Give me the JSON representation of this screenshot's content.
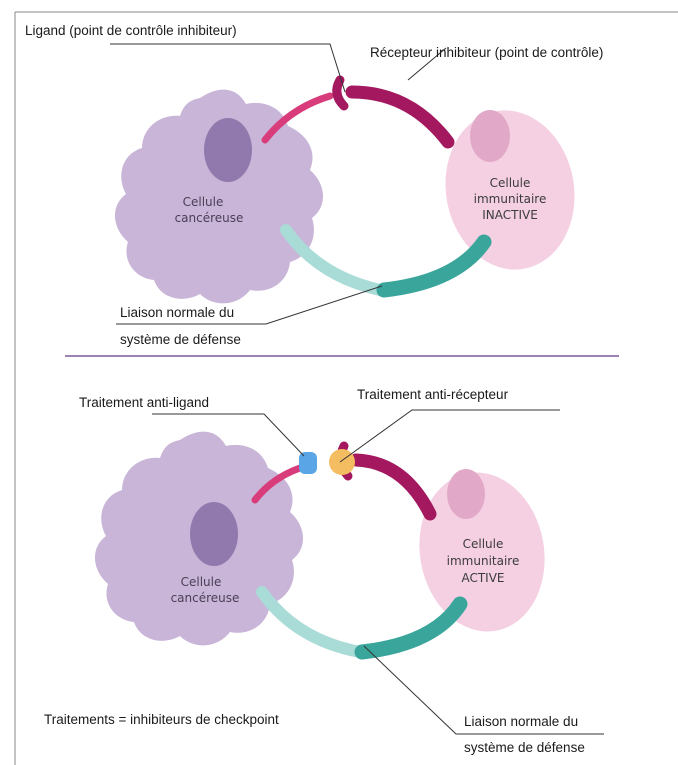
{
  "colors": {
    "cancer_cell": "#c7b4d6",
    "cancer_nucleus": "#9179ad",
    "immune_cell": "#f4cfe2",
    "immune_nucleus": "#e2a9c9",
    "ligand": "#d83c7b",
    "receptor": "#a3185e",
    "normal_link_light": "#a8dad6",
    "normal_link_dark": "#3aa59b",
    "anti_ligand": "#5aa5e6",
    "anti_receptor": "#f5bd61",
    "divider": "#7d5a97",
    "frame": "#888888"
  },
  "top": {
    "ligand_label": "Ligand (point de contrôle inhibiteur)",
    "receptor_label": "Récepteur inhibiteur (point de contrôle)",
    "cancer_cell": {
      "line1": "Cellule",
      "line2": "cancéreuse"
    },
    "immune_cell": {
      "line1": "Cellule",
      "line2": "immunitaire",
      "line3": "INACTIVE"
    },
    "normal_link": {
      "line1": "Liaison normale du",
      "line2": "système de défense"
    }
  },
  "bottom": {
    "anti_ligand_label": "Traitement anti-ligand",
    "anti_receptor_label": "Traitement anti-récepteur",
    "cancer_cell": {
      "line1": "Cellule",
      "line2": "cancéreuse"
    },
    "immune_cell": {
      "line1": "Cellule",
      "line2": "immunitaire",
      "line3": "ACTIVE"
    },
    "normal_link": {
      "line1": "Liaison normale du",
      "line2": "système de défense"
    },
    "footer": "Traitements = inhibiteurs de checkpoint"
  }
}
